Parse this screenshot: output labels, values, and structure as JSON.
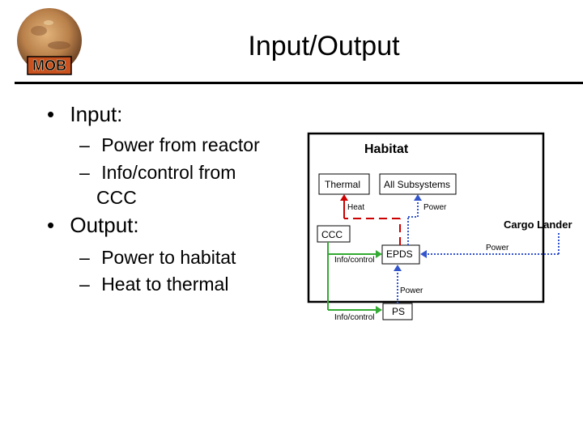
{
  "logo": {
    "text": "MOB"
  },
  "title": "Input/Output",
  "bullets": {
    "input": {
      "label": "Input:",
      "items": [
        "Power from reactor",
        "Info/control from",
        "CCC"
      ]
    },
    "output": {
      "label": "Output:",
      "items": [
        "Power to habitat",
        "Heat to thermal"
      ]
    },
    "dash": "–",
    "bullet": "•"
  },
  "diagram": {
    "habitat_title": "Habitat",
    "thermal": "Thermal",
    "all_subsystems": "All Subsystems",
    "heat": "Heat",
    "power_top": "Power",
    "cargo_lander": "Cargo Lander",
    "ccc": "CCC",
    "power_cargo": "Power",
    "info_control_1": "Info/control",
    "epds": "EPDS",
    "power_mid": "Power",
    "info_control_2": "Info/control",
    "ps": "PS",
    "colors": {
      "heat_line": "#cc0000",
      "power_line": "#3355cc",
      "info_line": "#33aa33"
    }
  }
}
